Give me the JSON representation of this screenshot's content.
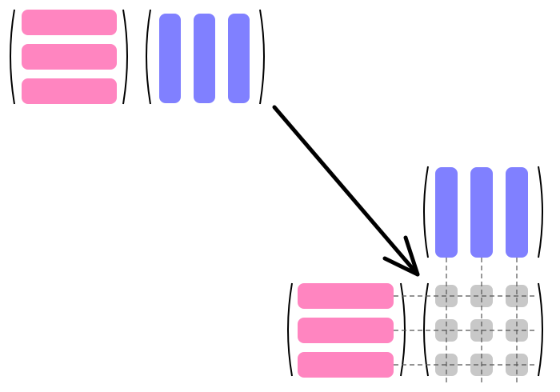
{
  "diagram": {
    "description_visible_text": "",
    "matrix_a": {
      "name": "row-matrix",
      "rows": 3,
      "color": "#ff85c0"
    },
    "matrix_b": {
      "name": "column-matrix",
      "columns": 3,
      "color": "#8080ff"
    },
    "result": {
      "rows": 3,
      "columns": 3,
      "cell_color": "#c8c8c8",
      "guide_color": "#555555"
    },
    "arrow": {
      "color": "#000000"
    },
    "bracket_color": "#000000"
  }
}
